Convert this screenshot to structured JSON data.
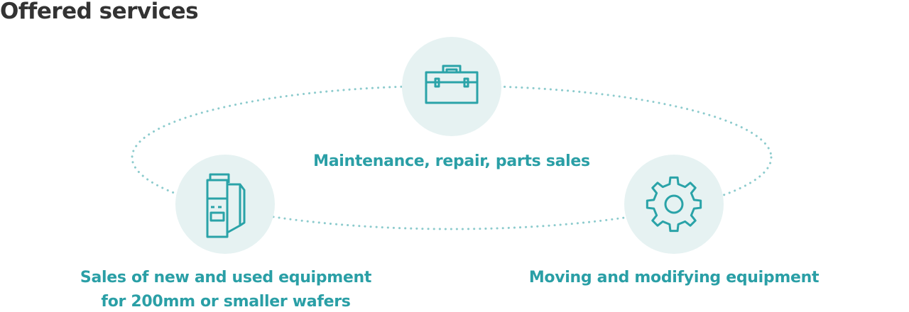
{
  "title": "Offered services",
  "colors": {
    "accent": "#2a9fa6",
    "icon_stroke": "#2aa3a8",
    "circle_fill": "#e6f2f2",
    "dotted_ring": "#8ccbcd",
    "title": "#333333"
  },
  "services": [
    {
      "icon": "toolbox-icon",
      "label": "Maintenance, repair, parts sales"
    },
    {
      "icon": "equipment-machine-icon",
      "label_line1": "Sales of new and used equipment",
      "label_line2": "for 200mm or smaller wafers"
    },
    {
      "icon": "gear-icon",
      "label": "Moving and modifying equipment"
    }
  ]
}
